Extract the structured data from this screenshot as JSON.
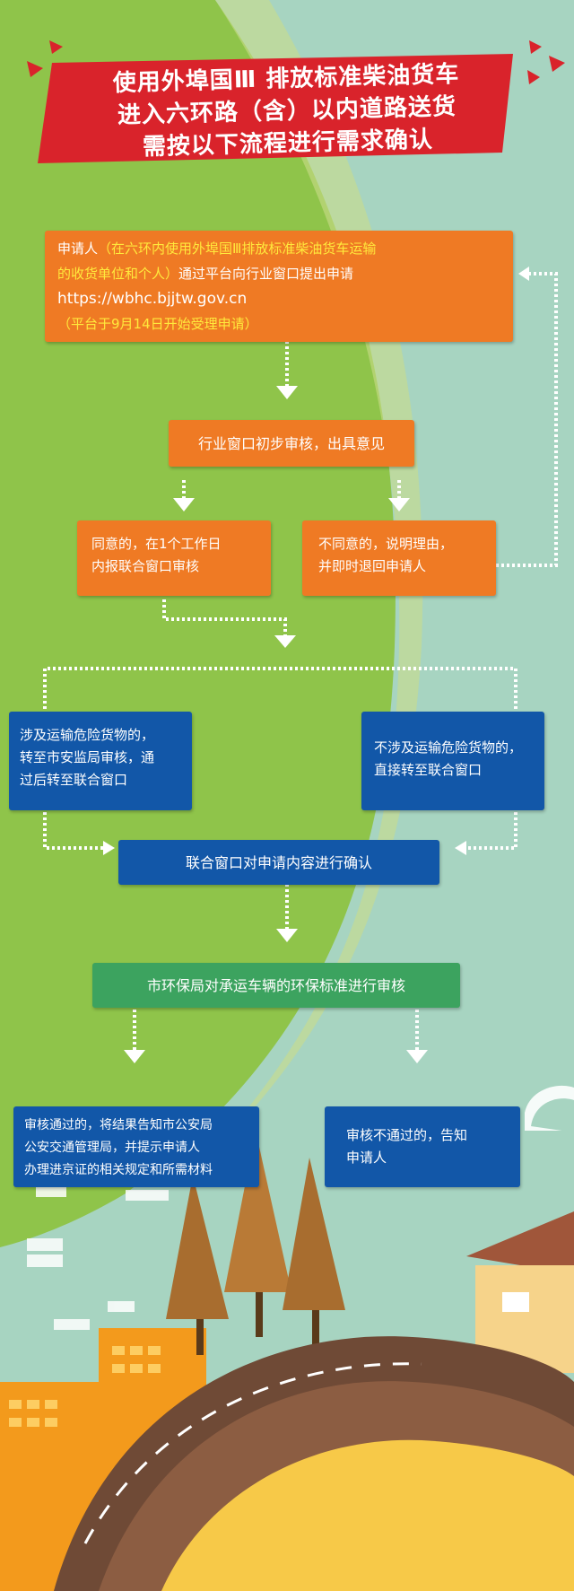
{
  "title": {
    "line1": "使用外埠国Ⅲ 排放标准柴油货车",
    "line2": "进入六环路（含）以内道路送货",
    "line3": "需按以下流程进行需求确认"
  },
  "steps": {
    "apply": {
      "lead": "申请人",
      "note1": "（在六环内使用外埠国Ⅲ排放标准柴油货车运输",
      "note2": "的收货单位和个人）",
      "action": "通过平台向行业窗口提出申请",
      "url": "https://wbhc.bjjtw.gov.cn",
      "date_note": "（平台于9月14日开始受理申请）"
    },
    "initial_review": "行业窗口初步审核，出具意见",
    "agree": {
      "line1": "同意的，在1个工作日",
      "line2": "内报联合窗口审核"
    },
    "disagree": {
      "line1": "不同意的，说明理由，",
      "line2": "并即时退回申请人"
    },
    "dangerous": {
      "line1": "涉及运输危险货物的，",
      "line2": "转至市安监局审核，通",
      "line3": "过后转至联合窗口"
    },
    "non_dangerous": {
      "line1": "不涉及运输危险货物的，",
      "line2": "直接转至联合窗口"
    },
    "joint_confirm": "联合窗口对申请内容进行确认",
    "env_review": "市环保局对承运车辆的环保标准进行审核",
    "pass": {
      "line1": "审核通过的，将结果告知市公安局",
      "line2": "公安交通管理局，并提示申请人",
      "line3": "办理进京证的相关规定和所需材料"
    },
    "fail": {
      "line1": "审核不通过的，告知",
      "line2": "申请人"
    }
  },
  "colors": {
    "orange": "#ef7a24",
    "blue": "#1257a8",
    "green": "#3ca35f",
    "banner_red": "#d9232b",
    "background": "#a7d4c1",
    "lime": "#8fc44a"
  }
}
